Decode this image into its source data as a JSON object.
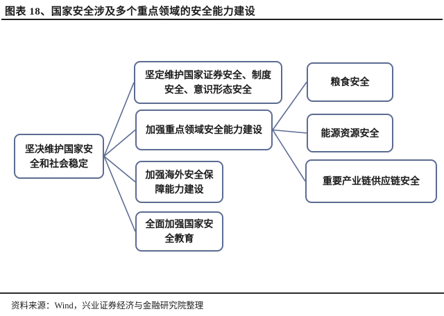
{
  "figure": {
    "title": "图表 18、国家安全涉及多个重点领域的安全能力建设",
    "source_label": "资料来源：Wind，兴业证券经济与金融研究院整理"
  },
  "colors": {
    "connector": "#5b6b91",
    "node_border": "#5b6b91",
    "rule": "#1f1f1f",
    "text": "#1a1a1a"
  },
  "chart_data": {
    "type": "diagram",
    "layout": "left-to-right tree, rounded rectangle nodes, straight line connectors",
    "nodes": [
      {
        "id": "root",
        "level": 1,
        "label": "坚决维护国家安全和社会稳定"
      },
      {
        "id": "m1",
        "level": 2,
        "label": "坚定维护国家证券安全、制度安全、意识形态安全"
      },
      {
        "id": "m2",
        "level": 2,
        "label": "加强重点领域安全能力建设"
      },
      {
        "id": "m3",
        "level": 2,
        "label": "加强海外安全保障能力建设"
      },
      {
        "id": "m4",
        "level": 2,
        "label": "全面加强国家安全教育"
      },
      {
        "id": "r1",
        "level": 3,
        "label": "粮食安全"
      },
      {
        "id": "r2",
        "level": 3,
        "label": "能源资源安全"
      },
      {
        "id": "r3",
        "level": 3,
        "label": "重要产业链供应链安全"
      }
    ],
    "edges": [
      {
        "from": "root",
        "to": "m1"
      },
      {
        "from": "root",
        "to": "m2"
      },
      {
        "from": "root",
        "to": "m3"
      },
      {
        "from": "root",
        "to": "m4"
      },
      {
        "from": "m2",
        "to": "r1"
      },
      {
        "from": "m2",
        "to": "r2"
      },
      {
        "from": "m2",
        "to": "r3"
      }
    ]
  }
}
